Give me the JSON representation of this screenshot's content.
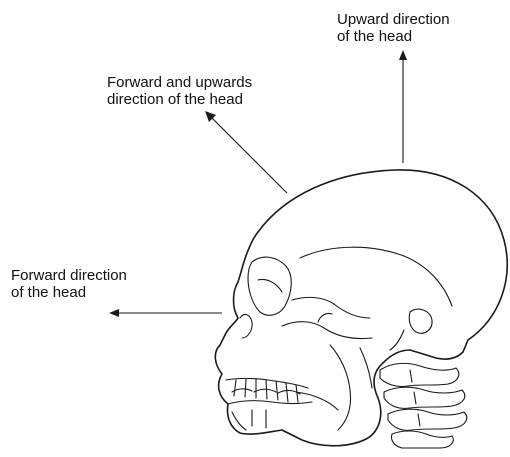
{
  "labels": {
    "upward": {
      "line1": "Upward direction",
      "line2": "of the head"
    },
    "forward_upwards": {
      "line1": "Forward and upwards",
      "line2": "direction of the head"
    },
    "forward": {
      "line1": "Forward direction",
      "line2": "of the head"
    }
  },
  "colors": {
    "ink": "#1a1a1a",
    "background": "#ffffff"
  }
}
